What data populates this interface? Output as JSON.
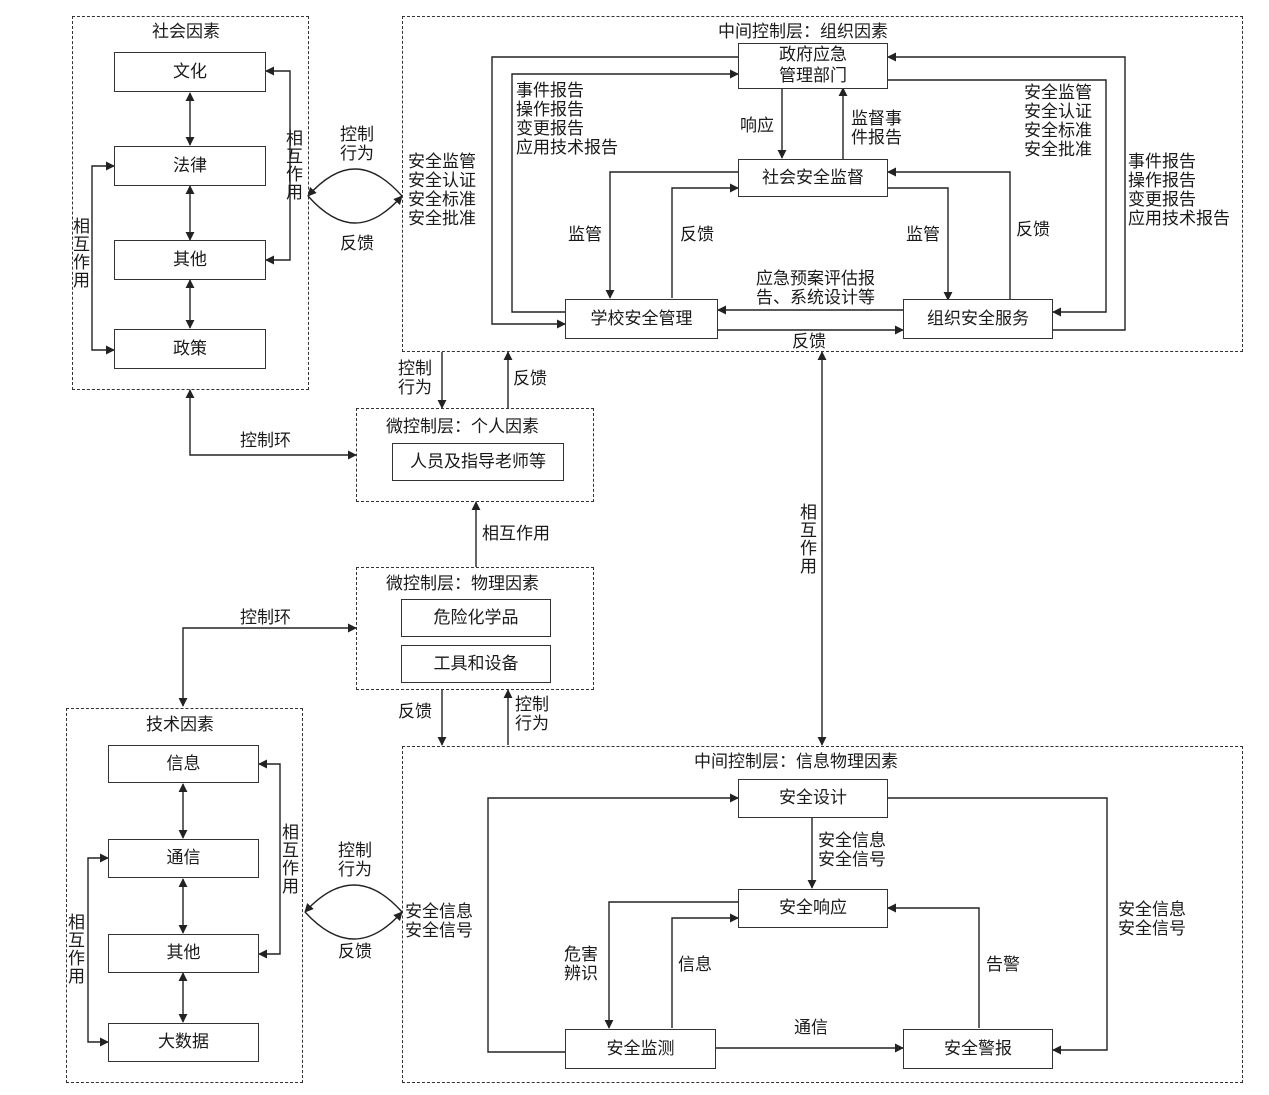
{
  "groups": {
    "social": "社会因素",
    "org": "中间控制层：组织因素",
    "individual": "微控制层：个人因素",
    "physical": "微控制层：物理因素",
    "tech": "技术因素",
    "cyber": "中间控制层：信息物理因素"
  },
  "social_items": [
    "文化",
    "法律",
    "其他",
    "政策"
  ],
  "tech_items": [
    "信息",
    "通信",
    "其他",
    "大数据"
  ],
  "org_nodes": {
    "gov": "政府应急\n管理部门",
    "social_supervision": "社会安全监督",
    "school": "学校安全管理",
    "org_service": "组织安全服务"
  },
  "individual_node": "人员及指导老师等",
  "physical_nodes": [
    "危险化学品",
    "工具和设备"
  ],
  "cyber_nodes": {
    "design": "安全设计",
    "response": "安全响应",
    "monitor": "安全监测",
    "alarm": "安全警报"
  },
  "labels": {
    "interaction_vertical": "相\n互\n作\n用",
    "interaction": "相互作用",
    "control_behavior": "控制\n行为",
    "feedback": "反馈",
    "control_loop": "控制环",
    "regulation_list": "安全监管\n安全认证\n安全标准\n安全批准",
    "report_list": "事件报告\n操作报告\n变更报告\n应用技术报告",
    "response": "响应",
    "supervision_event_report": "监督事\n件报告",
    "supervise": "监管",
    "emergency_plan": "应急预案评估报\n告、系统设计等",
    "safety_info_signal": "安全信息\n安全信号",
    "hazard_identification": "危害\n辨识",
    "information": "信息",
    "alert": "告警",
    "communication": "通信"
  }
}
